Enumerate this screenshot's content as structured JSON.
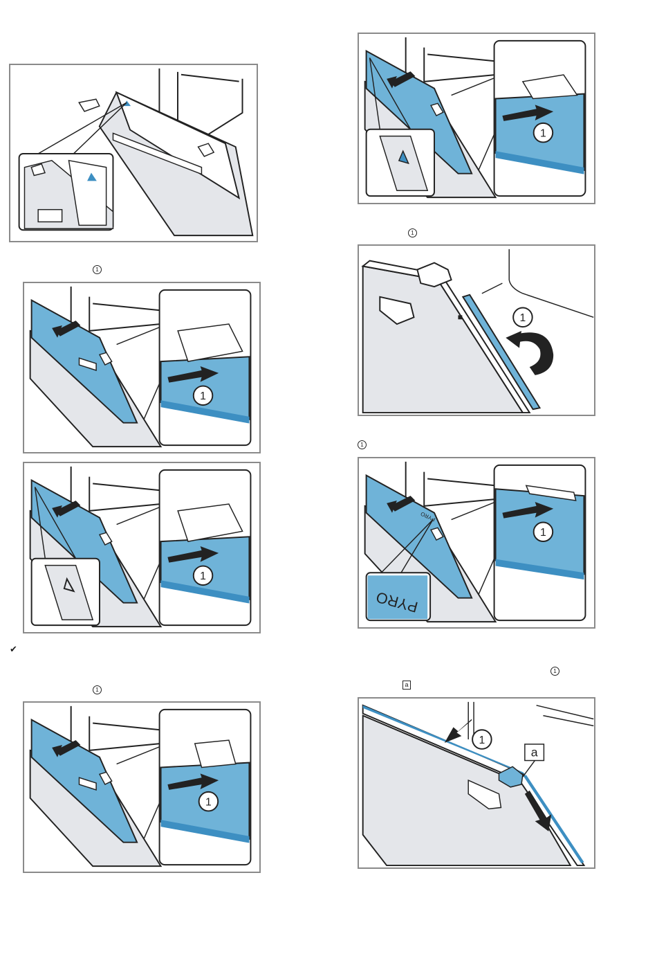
{
  "markers": {
    "ref_1": "1",
    "ref_a": "a",
    "check": "✔"
  },
  "fig_labels": {
    "num1": "1",
    "a": "a",
    "pyro": "PYRO"
  },
  "colors": {
    "glass_blue": "#6fb3d8",
    "glass_edge": "#3d8fc2",
    "panel_grey": "#e4e6ea",
    "frame_grey": "#8a8a8a",
    "line": "#222222"
  }
}
